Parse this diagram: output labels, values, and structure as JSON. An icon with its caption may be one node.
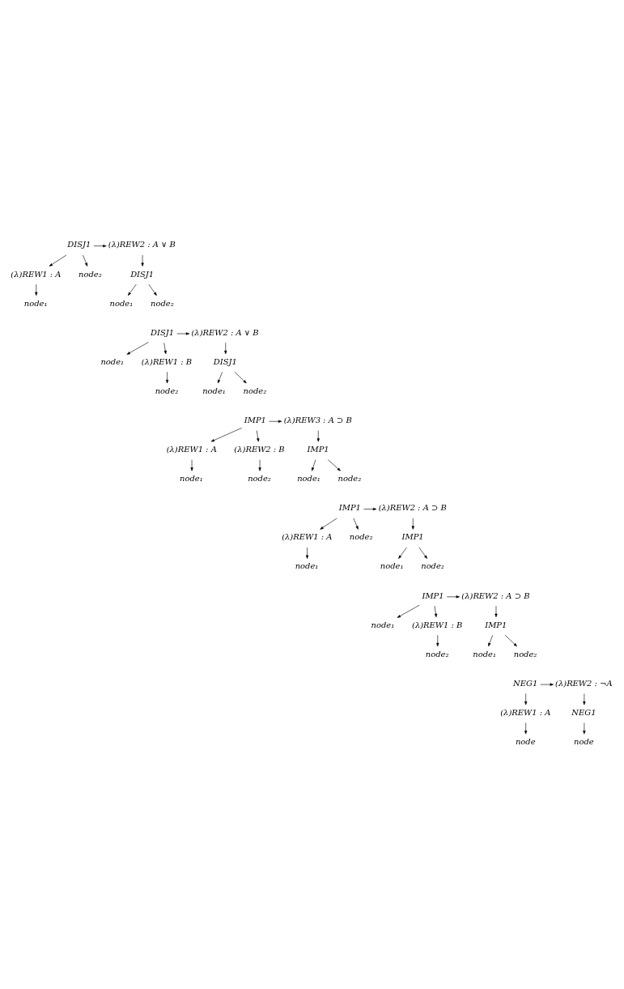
{
  "diagram": {
    "nodes": [
      {
        "text": [
          "DISJ1"
        ]
      },
      {
        "text": [
          "(λ)REW1 : A"
        ]
      },
      {
        "text": [
          "node₂"
        ]
      },
      {
        "text": [
          "node₁"
        ]
      },
      {
        "text": [
          "(λ)REW2 : A ∨ B"
        ]
      },
      {
        "text": [
          "DISJ1"
        ]
      },
      {
        "text": [
          "node₁"
        ]
      },
      {
        "text": [
          "node₂"
        ]
      },
      {
        "text": [
          "DISJ1"
        ]
      },
      {
        "text": [
          "node₁"
        ]
      },
      {
        "text": [
          "(λ)REW1 : B"
        ]
      },
      {
        "text": [
          "node₂"
        ]
      },
      {
        "text": [
          "(λ)REW2 : A ∨ B"
        ]
      },
      {
        "text": [
          "DISJ1"
        ]
      },
      {
        "text": [
          "node₁"
        ]
      },
      {
        "text": [
          "node₂"
        ]
      },
      {
        "text": [
          "IMP1"
        ]
      },
      {
        "text": [
          "(λ)REW1 : A"
        ]
      },
      {
        "text": [
          "(λ)REW2 : B"
        ]
      },
      {
        "text": [
          "node₁"
        ]
      },
      {
        "text": [
          "node₂"
        ]
      },
      {
        "text": [
          "(λ)REW3 : A ⊃ B"
        ]
      },
      {
        "text": [
          "IMP1"
        ]
      },
      {
        "text": [
          "node₁"
        ]
      },
      {
        "text": [
          "node₂"
        ]
      },
      {
        "text": [
          "IMP1"
        ]
      },
      {
        "text": [
          "(λ)REW1 : A"
        ]
      },
      {
        "text": [
          "node₂"
        ]
      },
      {
        "text": [
          "node₁"
        ]
      },
      {
        "text": [
          "(λ)REW2 : A ⊃ B"
        ]
      },
      {
        "text": [
          "IMP1"
        ]
      },
      {
        "text": [
          "node₁"
        ]
      },
      {
        "text": [
          "node₂"
        ]
      },
      {
        "text": [
          "IMP1"
        ]
      },
      {
        "text": [
          "node₁"
        ]
      },
      {
        "text": [
          "(λ)REW1 : B"
        ]
      },
      {
        "text": [
          "node₂"
        ]
      },
      {
        "text": [
          "(λ)REW2 : A ⊃ B"
        ]
      },
      {
        "text": [
          "IMP1"
        ]
      },
      {
        "text": [
          "node₁"
        ]
      },
      {
        "text": [
          "node₂"
        ]
      },
      {
        "text": [
          "NEG1"
        ]
      },
      {
        "text": [
          "(λ)REW1 : A"
        ]
      },
      {
        "text": [
          "node"
        ]
      },
      {
        "text": [
          "(λ)REW2 : ¬A"
        ]
      },
      {
        "text": [
          "NEG1"
        ]
      },
      {
        "text": [
          "node"
        ]
      }
    ],
    "edges": [
      {
        "from": 0,
        "to": 1,
        "arrow": "to"
      },
      {
        "from": 0,
        "to": 2,
        "arrow": "to"
      },
      {
        "from": 1,
        "to": 3,
        "arrow": "to"
      },
      {
        "from": 0,
        "to": 4,
        "arrow": "to"
      },
      {
        "from": 4,
        "to": 5,
        "arrow": "to"
      },
      {
        "from": 5,
        "to": 6,
        "arrow": "to"
      },
      {
        "from": 5,
        "to": 7,
        "arrow": "to"
      },
      {
        "from": 8,
        "to": 9,
        "arrow": "to"
      },
      {
        "from": 8,
        "to": 10,
        "arrow": "to"
      },
      {
        "from": 10,
        "to": 11,
        "arrow": "to"
      },
      {
        "from": 8,
        "to": 12,
        "arrow": "to"
      },
      {
        "from": 12,
        "to": 13,
        "arrow": "to"
      },
      {
        "from": 13,
        "to": 14,
        "arrow": "to"
      },
      {
        "from": 13,
        "to": 15,
        "arrow": "to"
      },
      {
        "from": 16,
        "to": 17,
        "arrow": "to"
      },
      {
        "from": 16,
        "to": 18,
        "arrow": "to"
      },
      {
        "from": 17,
        "to": 19,
        "arrow": "to"
      },
      {
        "from": 18,
        "to": 20,
        "arrow": "to"
      },
      {
        "from": 16,
        "to": 21,
        "arrow": "to"
      },
      {
        "from": 21,
        "to": 22,
        "arrow": "to"
      },
      {
        "from": 22,
        "to": 23,
        "arrow": "to"
      },
      {
        "from": 22,
        "to": 24,
        "arrow": "to"
      },
      {
        "from": 25,
        "to": 26,
        "arrow": "to"
      },
      {
        "from": 25,
        "to": 27,
        "arrow": "to"
      },
      {
        "from": 26,
        "to": 28,
        "arrow": "to"
      },
      {
        "from": 25,
        "to": 29,
        "arrow": "to"
      },
      {
        "from": 29,
        "to": 30,
        "arrow": "to"
      },
      {
        "from": 30,
        "to": 31,
        "arrow": "to"
      },
      {
        "from": 30,
        "to": 32,
        "arrow": "to"
      },
      {
        "from": 33,
        "to": 34,
        "arrow": "to"
      },
      {
        "from": 33,
        "to": 35,
        "arrow": "to"
      },
      {
        "from": 35,
        "to": 36,
        "arrow": "to"
      },
      {
        "from": 33,
        "to": 37,
        "arrow": "to"
      },
      {
        "from": 37,
        "to": 38,
        "arrow": "to"
      },
      {
        "from": 38,
        "to": 39,
        "arrow": "to"
      },
      {
        "from": 38,
        "to": 40,
        "arrow": "to"
      },
      {
        "from": 41,
        "to": 42,
        "arrow": "to"
      },
      {
        "from": 42,
        "to": 43,
        "arrow": "to"
      },
      {
        "from": 41,
        "to": 44,
        "arrow": "to"
      },
      {
        "from": 44,
        "to": 45,
        "arrow": "to"
      },
      {
        "from": 45,
        "to": 46,
        "arrow": "to"
      }
    ]
  }
}
